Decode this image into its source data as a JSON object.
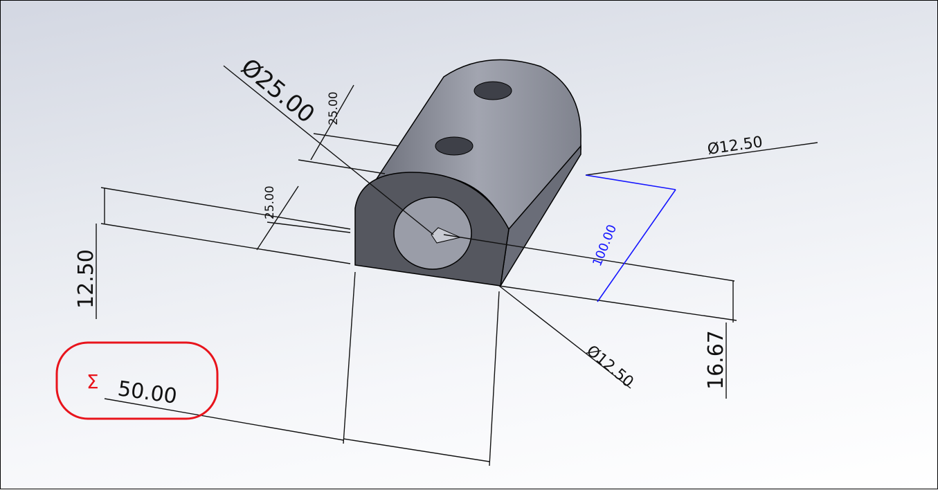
{
  "viewport": {
    "title": "3D model view"
  },
  "dimensions": {
    "dia_top": "Ø25.00",
    "small_top": "25.00",
    "small_mid": "25.00",
    "dia_right": "Ø12.50",
    "dia_bottom": "Ø12.50",
    "height_left": "12.50",
    "height_right": "16.67",
    "selected_length": "100.00",
    "width_bottom": "50.00"
  },
  "sum_annotation": {
    "symbol": "Σ"
  },
  "colors": {
    "selected_dimension": "#1515ff",
    "highlight": "#e8141c",
    "face": "#55575f",
    "body": "#8d909c"
  }
}
